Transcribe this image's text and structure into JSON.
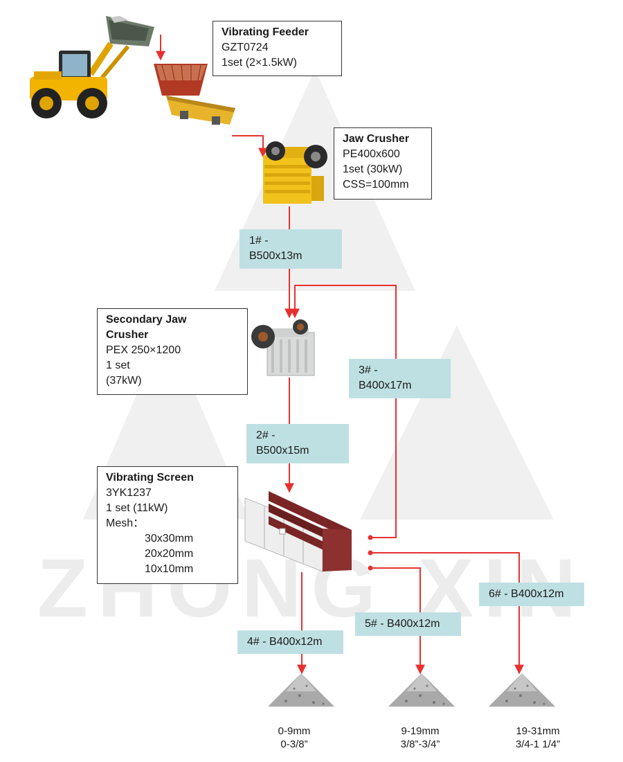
{
  "brand": {
    "watermark": "ZHONG XIN"
  },
  "colors": {
    "flow_line": "#e8312f",
    "label_bg": "#bfe0e3",
    "box_border": "#333333",
    "watermark": "#ededed"
  },
  "machines": {
    "loader": {
      "icon": "wheel-loader-icon"
    },
    "feeder": {
      "icon": "vibrating-feeder-icon"
    },
    "jaw": {
      "icon": "jaw-crusher-icon"
    },
    "secondary": {
      "icon": "secondary-jaw-crusher-icon"
    },
    "screen": {
      "icon": "vibrating-screen-icon"
    }
  },
  "feeder": {
    "title": "Vibrating Feeder",
    "model": "GZT0724",
    "spec": "1set  (2×1.5kW)"
  },
  "jaw_crusher": {
    "title": "Jaw Crusher",
    "model": "PE400x600",
    "spec": "1set  (30kW)",
    "css": "CSS=100mm"
  },
  "secondary_crusher": {
    "title_1": "Secondary Jaw",
    "title_2": "Crusher",
    "model": "PEX 250×1200",
    "qty": "1 set",
    "power": "(37kW)"
  },
  "vibrating_screen": {
    "title": "Vibrating Screen",
    "model": "3YK1237",
    "spec": "1 set  (11kW)",
    "mesh_label": "Mesh：",
    "mesh": [
      "30x30mm",
      "20x20mm",
      "10x10mm"
    ]
  },
  "conveyors": {
    "c1": {
      "id": "1# -",
      "spec": "B500x13m"
    },
    "c2": {
      "id": "2# -",
      "spec": "B500x15m"
    },
    "c3": {
      "id": "3# -",
      "spec": "B400x17m"
    },
    "c4": {
      "label": "4# - B400x12m"
    },
    "c5": {
      "label": "5# - B400x12m"
    },
    "c6": {
      "label": "6# - B400x12m"
    }
  },
  "products": [
    {
      "metric": "0-9mm",
      "imperial": "0-3/8”"
    },
    {
      "metric": "9-19mm",
      "imperial": "3/8”-3/4”"
    },
    {
      "metric": "19-31mm",
      "imperial": "3/4-1 1/4”"
    }
  ]
}
